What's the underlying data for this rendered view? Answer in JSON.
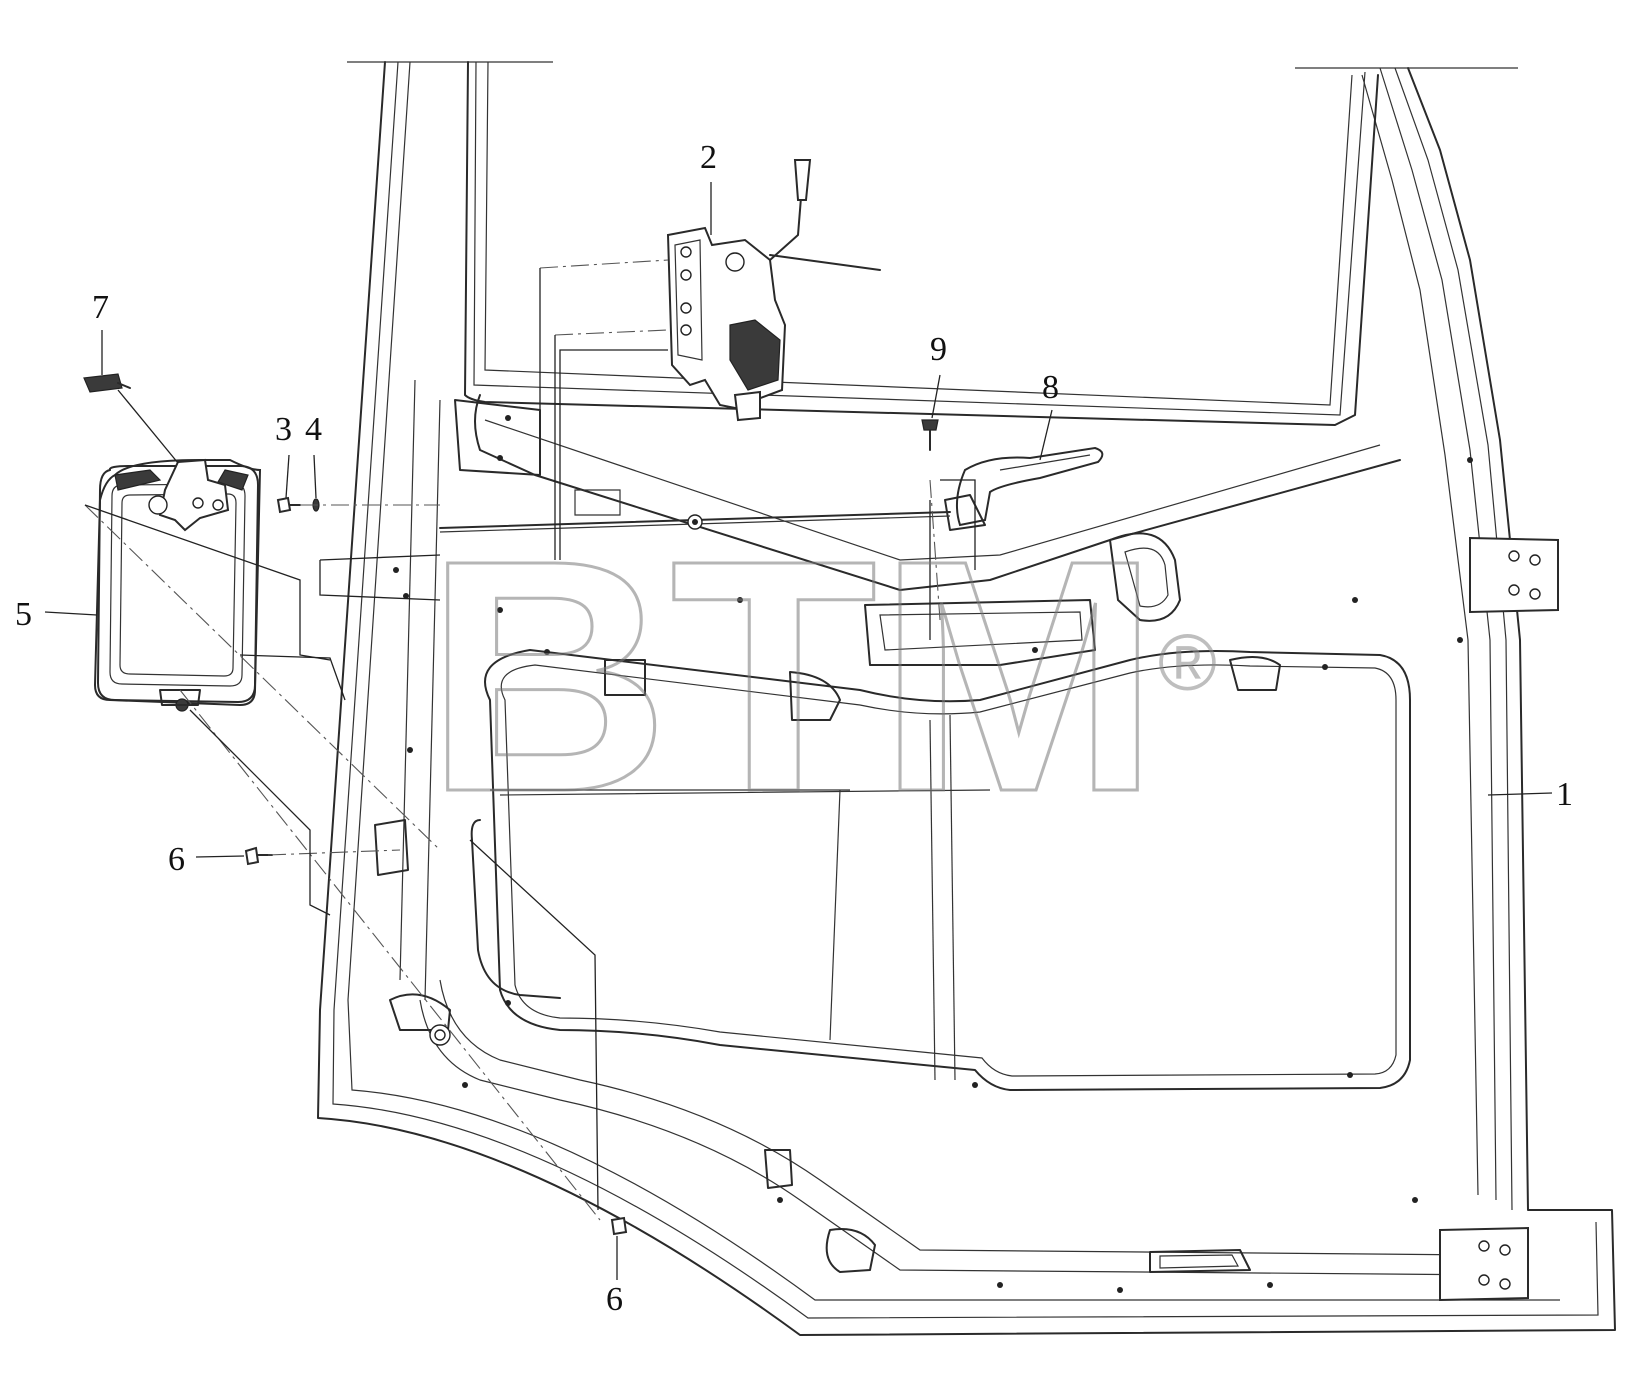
{
  "callouts": {
    "c1": "1",
    "c2": "2",
    "c3": "3",
    "c4": "4",
    "c5": "5",
    "c6a": "6",
    "c6b": "6",
    "c7": "7",
    "c8": "8",
    "c9": "9"
  },
  "watermark": {
    "text": "BTM",
    "registered": "®"
  }
}
